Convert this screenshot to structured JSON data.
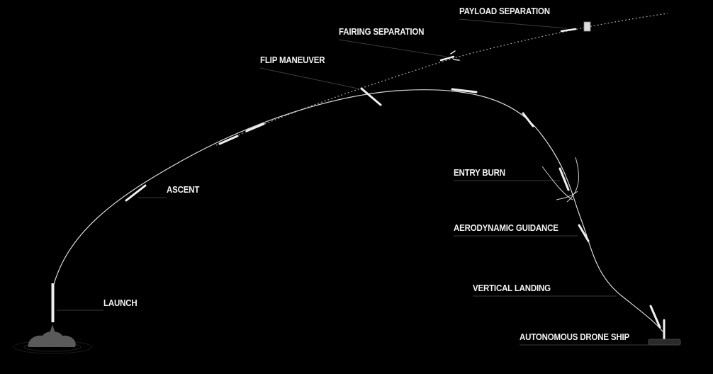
{
  "title": "Falcon 9 mission profile",
  "stages": {
    "payload_separation": "PAYLOAD SEPARATION",
    "fairing_separation": "FAIRING SEPARATION",
    "flip_maneuver": "FLIP MANEUVER",
    "ascent": "ASCENT",
    "launch": "LAUNCH",
    "entry_burn": "ENTRY BURN",
    "aerodynamic_guidance": "AERODYNAMIC GUIDANCE",
    "vertical_landing": "VERTICAL LANDING",
    "drone_ship": "AUTONOMOUS DRONE SHIP"
  },
  "colors": {
    "background": "#000000",
    "text": "#f2f2f2",
    "trajectory": "#d8d8d8",
    "leader": "#3a3a3a"
  }
}
